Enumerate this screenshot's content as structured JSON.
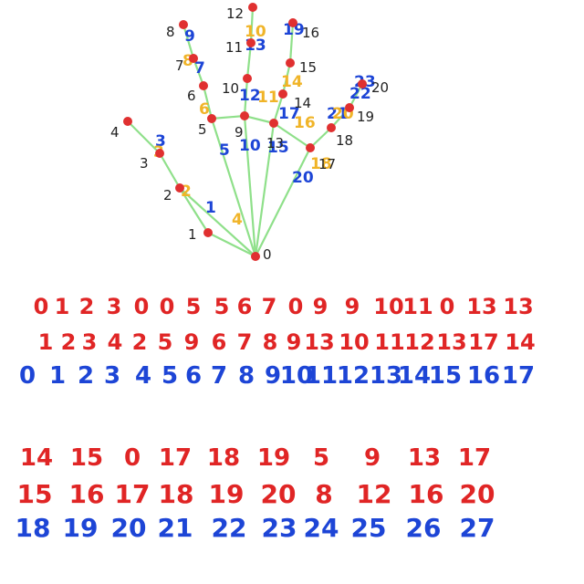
{
  "colors": {
    "connection": "#8fe08a",
    "landmark": "#e03030",
    "label": "#222222",
    "red_ink": "#e02525",
    "blue_ink": "#1d45d6",
    "yellow_ink": "#f0b428"
  },
  "landmarks": [
    {
      "id": "0"
    },
    {
      "id": "1"
    },
    {
      "id": "2"
    },
    {
      "id": "3"
    },
    {
      "id": "4"
    },
    {
      "id": "5"
    },
    {
      "id": "6"
    },
    {
      "id": "7"
    },
    {
      "id": "8"
    },
    {
      "id": "9"
    },
    {
      "id": "10"
    },
    {
      "id": "11"
    },
    {
      "id": "12"
    },
    {
      "id": "13"
    },
    {
      "id": "14"
    },
    {
      "id": "15"
    },
    {
      "id": "16"
    },
    {
      "id": "17"
    },
    {
      "id": "18"
    },
    {
      "id": "19"
    },
    {
      "id": "20"
    }
  ],
  "connections": [
    [
      "0",
      "1"
    ],
    [
      "1",
      "2"
    ],
    [
      "2",
      "3"
    ],
    [
      "3",
      "4"
    ],
    [
      "0",
      "5"
    ],
    [
      "5",
      "6"
    ],
    [
      "6",
      "7"
    ],
    [
      "7",
      "8"
    ],
    [
      "0",
      "9"
    ],
    [
      "9",
      "10"
    ],
    [
      "10",
      "11"
    ],
    [
      "11",
      "12"
    ],
    [
      "0",
      "13"
    ],
    [
      "13",
      "14"
    ],
    [
      "14",
      "15"
    ],
    [
      "15",
      "16"
    ],
    [
      "0",
      "17"
    ],
    [
      "17",
      "18"
    ],
    [
      "18",
      "19"
    ],
    [
      "19",
      "20"
    ],
    [
      "5",
      "9"
    ],
    [
      "9",
      "13"
    ],
    [
      "13",
      "17"
    ],
    [
      "0",
      "2"
    ]
  ],
  "annotations": {
    "blue": [
      "1",
      "3",
      "5",
      "7",
      "9",
      "10",
      "12",
      "13",
      "15",
      "17",
      "19",
      "20",
      "21",
      "22",
      "23"
    ],
    "yellow": [
      "2",
      "3",
      "4",
      "6",
      "8",
      "10",
      "11",
      "14",
      "16",
      "18",
      "20"
    ]
  },
  "table": {
    "block1": {
      "from_row": [
        "0",
        "1",
        "2",
        "3",
        "0",
        "0",
        "5",
        "5",
        "6",
        "7",
        "0",
        "9",
        "9",
        "10",
        "11",
        "0",
        "13",
        "13"
      ],
      "to_row": [
        "1",
        "2",
        "3",
        "4",
        "2",
        "5",
        "9",
        "6",
        "7",
        "8",
        "9",
        "13",
        "10",
        "11",
        "12",
        "13",
        "17",
        "14"
      ],
      "index_row": [
        "0",
        "1",
        "2",
        "3",
        "4",
        "5",
        "6",
        "7",
        "8",
        "9",
        "10",
        "11",
        "12",
        "13",
        "14",
        "15",
        "16",
        "17"
      ]
    },
    "block2": {
      "from_row": [
        "14",
        "15",
        "0",
        "17",
        "18",
        "19",
        "5",
        "9",
        "13",
        "17"
      ],
      "to_row": [
        "15",
        "16",
        "17",
        "18",
        "19",
        "20",
        "8",
        "12",
        "16",
        "20"
      ],
      "index_row": [
        "18",
        "19",
        "20",
        "21",
        "22",
        "23",
        "24",
        "25",
        "26",
        "27"
      ]
    }
  }
}
